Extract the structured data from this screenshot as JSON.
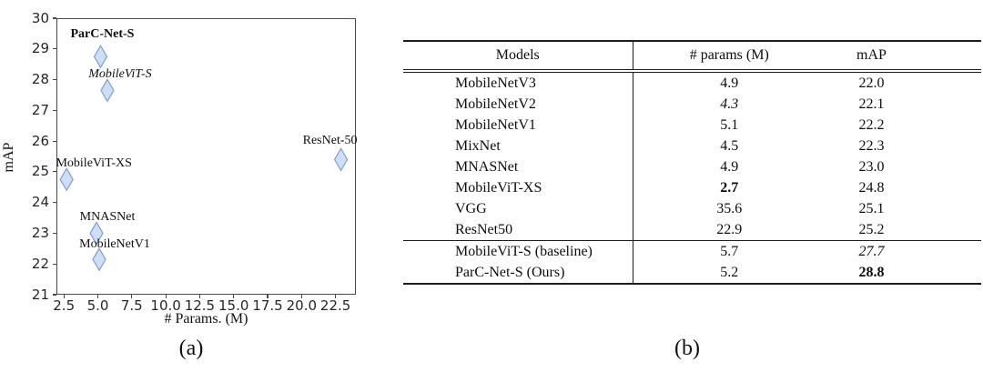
{
  "figure": {
    "caption_a": "(a)",
    "caption_b": "(b)"
  },
  "chart_data": {
    "type": "scatter",
    "title": "",
    "xlabel": "# Params. (M)",
    "ylabel": "mAP",
    "xlim": [
      1.95,
      24.0
    ],
    "ylim": [
      21,
      30
    ],
    "x_tick_labels": [
      "2.5",
      "5.0",
      "7.5",
      "10.0",
      "12.5",
      "15.0",
      "17.5",
      "20.0",
      "22.5"
    ],
    "y_tick_labels": [
      "21",
      "22",
      "23",
      "24",
      "25",
      "26",
      "27",
      "28",
      "29",
      "30"
    ],
    "grid": false,
    "legend": "none",
    "marker": "thin-diamond",
    "marker_fill": "#cddef5",
    "marker_stroke": "#7e9fd1",
    "points": [
      {
        "label": "ParC-Net-S",
        "x": 5.2,
        "y": 28.75,
        "style": "bold",
        "label_dx": 2,
        "label_dy": -24
      },
      {
        "label": "MobileViT-S",
        "x": 5.7,
        "y": 27.65,
        "style": "italic",
        "label_dx": 14,
        "label_dy": -17
      },
      {
        "label": "ResNet-50",
        "x": 22.9,
        "y": 25.4,
        "style": "normal",
        "label_dx": -12,
        "label_dy": -20
      },
      {
        "label": "MobileViT-XS",
        "x": 2.7,
        "y": 24.75,
        "style": "normal",
        "label_dx": 30,
        "label_dy": -17
      },
      {
        "label": "MNASNet",
        "x": 4.9,
        "y": 23.0,
        "style": "normal",
        "label_dx": 12,
        "label_dy": -17
      },
      {
        "label": "MobileNetV1",
        "x": 5.1,
        "y": 22.15,
        "style": "normal",
        "label_dx": 17,
        "label_dy": -16
      }
    ]
  },
  "table": {
    "headers": [
      "Models",
      "# params (M)",
      "mAP"
    ],
    "rows": [
      {
        "model": "MobileNetV3",
        "params": "4.9",
        "map": "22.0",
        "params_style": "normal",
        "map_style": "normal",
        "group": "main"
      },
      {
        "model": "MobileNetV2",
        "params": "4.3",
        "map": "22.1",
        "params_style": "italic",
        "map_style": "normal",
        "group": "main"
      },
      {
        "model": "MobileNetV1",
        "params": "5.1",
        "map": "22.2",
        "params_style": "normal",
        "map_style": "normal",
        "group": "main"
      },
      {
        "model": "MixNet",
        "params": "4.5",
        "map": "22.3",
        "params_style": "normal",
        "map_style": "normal",
        "group": "main"
      },
      {
        "model": "MNASNet",
        "params": "4.9",
        "map": "23.0",
        "params_style": "normal",
        "map_style": "normal",
        "group": "main"
      },
      {
        "model": "MobileViT-XS",
        "params": "2.7",
        "map": "24.8",
        "params_style": "bold",
        "map_style": "normal",
        "group": "main"
      },
      {
        "model": "VGG",
        "params": "35.6",
        "map": "25.1",
        "params_style": "normal",
        "map_style": "normal",
        "group": "main"
      },
      {
        "model": "ResNet50",
        "params": "22.9",
        "map": "25.2",
        "params_style": "normal",
        "map_style": "normal",
        "group": "main"
      },
      {
        "model": "MobileViT-S (baseline)",
        "params": "5.7",
        "map": "27.7",
        "params_style": "normal",
        "map_style": "italic",
        "group": "ours"
      },
      {
        "model": "ParC-Net-S (Ours)",
        "params": "5.2",
        "map": "28.8",
        "params_style": "normal",
        "map_style": "bold",
        "group": "ours"
      }
    ]
  }
}
